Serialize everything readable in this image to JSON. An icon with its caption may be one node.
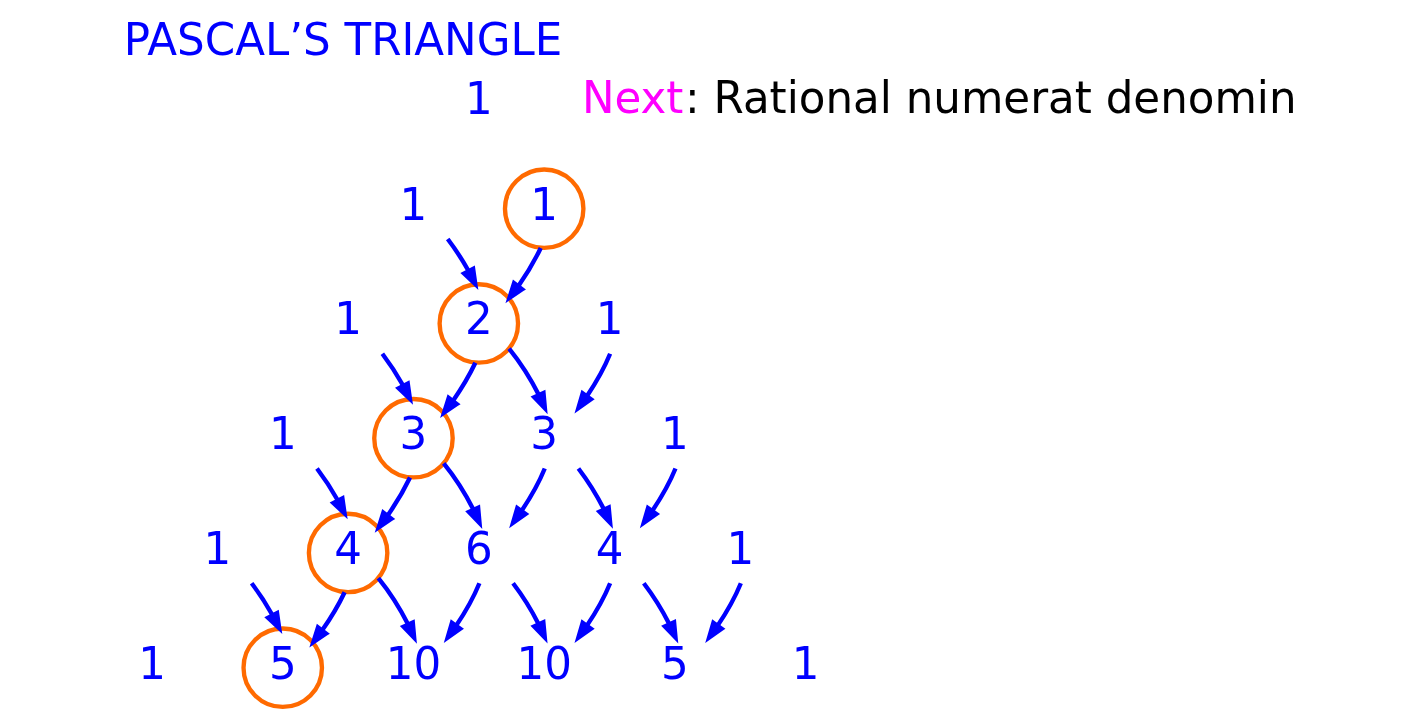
{
  "diagram": {
    "title": "PASCAL’S TRIANGLE",
    "nodes": [
      {
        "text": [
          "1"
        ]
      },
      {
        "text": [
          "1"
        ]
      },
      {
        "text": [
          "1"
        ]
      },
      {
        "text": [
          "1"
        ]
      },
      {
        "text": [
          "2"
        ]
      },
      {
        "text": [
          "1"
        ]
      },
      {
        "text": [
          "1"
        ]
      },
      {
        "text": [
          "3"
        ]
      },
      {
        "text": [
          "3"
        ]
      },
      {
        "text": [
          "1"
        ]
      },
      {
        "text": [
          "1"
        ]
      },
      {
        "text": [
          "4"
        ]
      },
      {
        "text": [
          "6"
        ]
      },
      {
        "text": [
          "4"
        ]
      },
      {
        "text": [
          "1"
        ]
      },
      {
        "text": [
          "1"
        ]
      },
      {
        "text": [
          "5"
        ]
      },
      {
        "text": [
          "10"
        ]
      },
      {
        "text": [
          "10"
        ]
      },
      {
        "text": [
          "5"
        ]
      },
      {
        "text": [
          "1"
        ]
      }
    ],
    "edges": [
      {
        "from": 1,
        "to": 4,
        "arrow": "to"
      },
      {
        "from": 2,
        "to": 4,
        "arrow": "to"
      },
      {
        "from": 3,
        "to": 7,
        "arrow": "to"
      },
      {
        "from": 4,
        "to": 7,
        "arrow": "to"
      },
      {
        "from": 4,
        "to": 8,
        "arrow": "to"
      },
      {
        "from": 5,
        "to": 8,
        "arrow": "to"
      },
      {
        "from": 6,
        "to": 11,
        "arrow": "to"
      },
      {
        "from": 7,
        "to": 11,
        "arrow": "to"
      },
      {
        "from": 7,
        "to": 12,
        "arrow": "to"
      },
      {
        "from": 8,
        "to": 12,
        "arrow": "to"
      },
      {
        "from": 8,
        "to": 13,
        "arrow": "to"
      },
      {
        "from": 9,
        "to": 13,
        "arrow": "to"
      },
      {
        "from": 10,
        "to": 16,
        "arrow": "to"
      },
      {
        "from": 11,
        "to": 16,
        "arrow": "to"
      },
      {
        "from": 11,
        "to": 17,
        "arrow": "to"
      },
      {
        "from": 12,
        "to": 17,
        "arrow": "to"
      },
      {
        "from": 12,
        "to": 18,
        "arrow": "to"
      },
      {
        "from": 13,
        "to": 18,
        "arrow": "to"
      },
      {
        "from": 13,
        "to": 19,
        "arrow": "to"
      },
      {
        "from": 14,
        "to": 19,
        "arrow": "to"
      }
    ],
    "labels": [
      "Next",
      ": Rational numerat denomin"
    ]
  }
}
